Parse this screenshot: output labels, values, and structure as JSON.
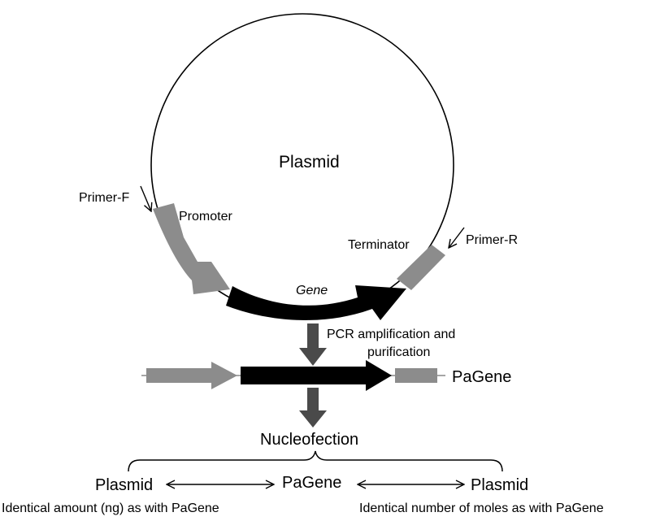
{
  "diagram": {
    "plasmid_label": "Plasmid",
    "primer_f": "Primer-F",
    "primer_r": "Primer-R",
    "promoter": "Promoter",
    "terminator": "Terminator",
    "gene": "Gene",
    "pcr_step_line1": "PCR amplification and",
    "pcr_step_line2": "purification",
    "pagene_product": "PaGene",
    "nucleofection": "Nucleofection",
    "comparison": {
      "left": "Plasmid",
      "center": "PaGene",
      "right": "Plasmid",
      "left_note": "Identical amount (ng) as with PaGene",
      "right_note": "Identical number of moles as with PaGene"
    }
  },
  "colors": {
    "promoter": "#8c8c8c",
    "gene": "#000000",
    "terminator": "#8c8c8c",
    "process_arrow": "#4a4a4a",
    "line": "#000000"
  }
}
